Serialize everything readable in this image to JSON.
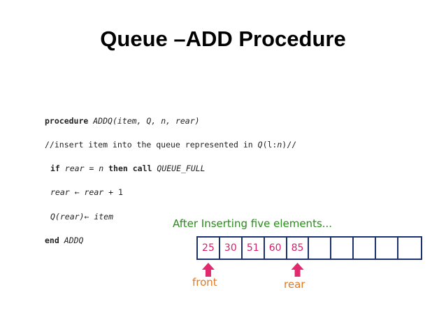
{
  "slide": {
    "title": "Queue –ADD Procedure"
  },
  "code": {
    "line1": {
      "kw": "procedure",
      "name": "ADDQ",
      "params": "(item, Q, n, rear)"
    },
    "line2": {
      "a": "//insert item into the queue represented in ",
      "b": "Q",
      "c": "(l:",
      "d": "n",
      "e": ")//"
    },
    "line3": {
      "if_kw": "if",
      "cond": "rear = n",
      "then_kw": "then call",
      "call": "QUEUE_FULL"
    },
    "line4": {
      "lhs": "rear",
      "op": " ← ",
      "rhs": "rear",
      "inc": " + 1"
    },
    "line5": {
      "expr": "Q(rear)",
      "op": "← ",
      "val": "item"
    },
    "line6": {
      "kw": "end",
      "name": "ADDQ"
    }
  },
  "diagram": {
    "caption": "After Inserting five elements...",
    "cells": [
      "25",
      "30",
      "51",
      "60",
      "85",
      "",
      "",
      "",
      "",
      ""
    ],
    "front_label": "front",
    "rear_label": "rear",
    "front_index": 0,
    "rear_index": 4,
    "colors": {
      "caption": "#2a8a1c",
      "cell_text": "#d6206b",
      "cell_border": "#1c3170",
      "arrow": "#e0296e",
      "arrow_label": "#e07a1f"
    }
  }
}
